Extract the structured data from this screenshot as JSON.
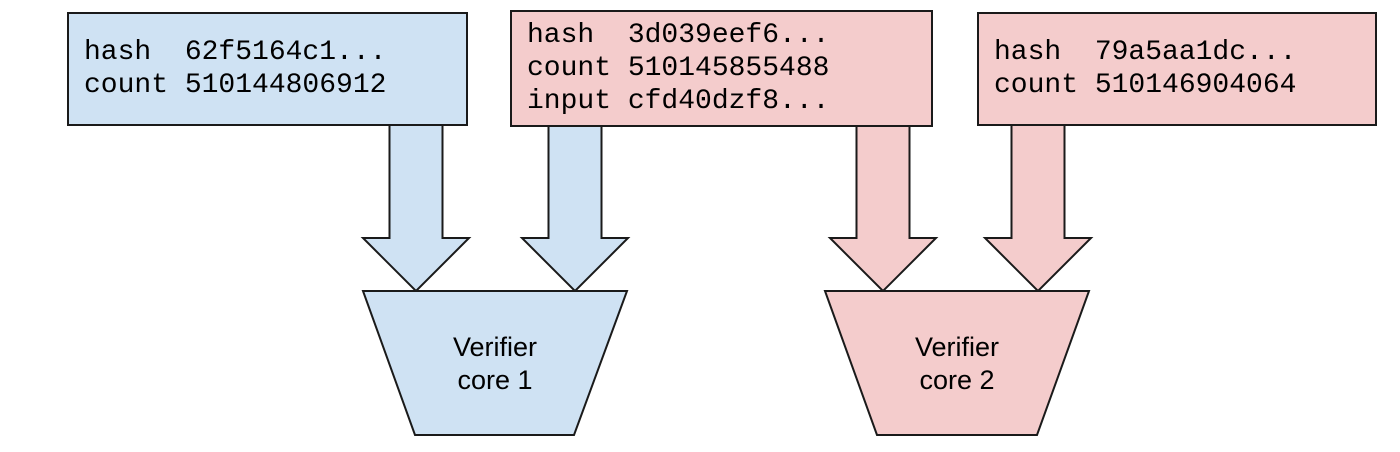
{
  "diagram": {
    "background": "#ffffff",
    "colors": {
      "blue_fill": "#cfe2f3",
      "pink_fill": "#f4cccc",
      "outline": "#1a1a1a"
    },
    "records": [
      {
        "name": "record-1",
        "color": "blue",
        "fields": [
          {
            "key": "hash",
            "value": "62f5164c1..."
          },
          {
            "key": "count",
            "value": "510144806912"
          }
        ]
      },
      {
        "name": "record-2",
        "color": "pink",
        "fields": [
          {
            "key": "hash",
            "value": "3d039eef6..."
          },
          {
            "key": "count",
            "value": "510145855488"
          },
          {
            "key": "input",
            "value": "cfd40dzf8..."
          }
        ]
      },
      {
        "name": "record-3",
        "color": "pink",
        "fields": [
          {
            "key": "hash",
            "value": "79a5aa1dc..."
          },
          {
            "key": "count",
            "value": "510146904064"
          }
        ]
      }
    ],
    "verifiers": [
      {
        "name": "verifier-core-1",
        "color": "blue",
        "label": [
          "Verifier",
          "core 1"
        ]
      },
      {
        "name": "verifier-core-2",
        "color": "pink",
        "label": [
          "Verifier",
          "core 2"
        ]
      }
    ],
    "arrows": [
      {
        "from": "record-1",
        "to": "verifier-core-1",
        "color": "blue"
      },
      {
        "from": "record-2",
        "to": "verifier-core-1",
        "color": "blue"
      },
      {
        "from": "record-2",
        "to": "verifier-core-2",
        "color": "pink"
      },
      {
        "from": "record-3",
        "to": "verifier-core-2",
        "color": "pink"
      }
    ]
  }
}
